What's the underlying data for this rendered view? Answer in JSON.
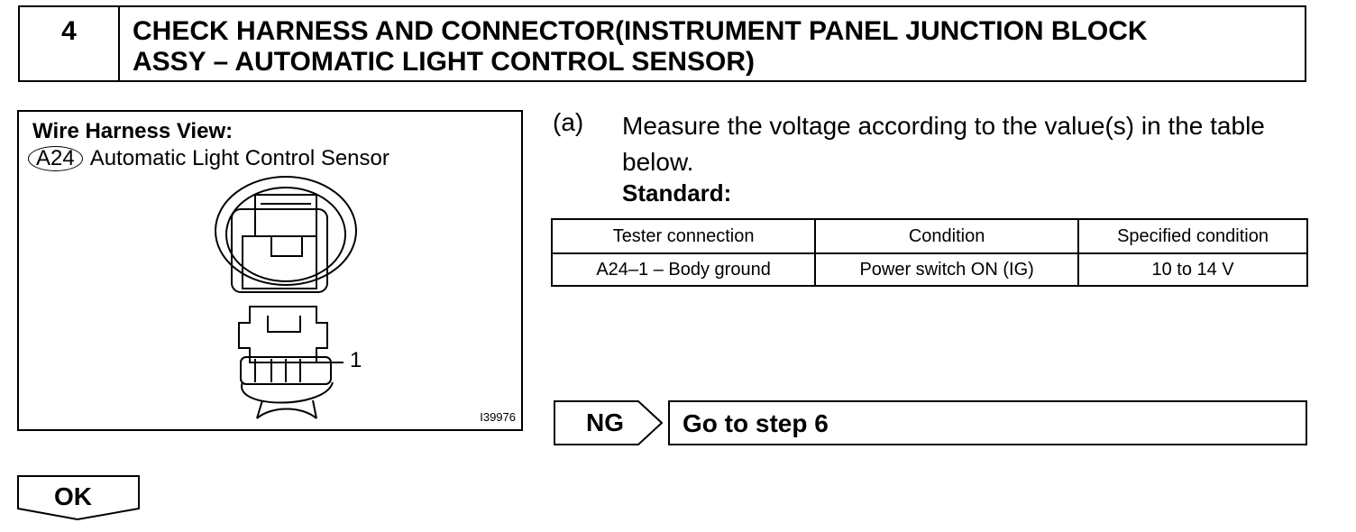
{
  "header": {
    "step_number": "4",
    "title_line1": "CHECK HARNESS AND CONNECTOR(INSTRUMENT PANEL JUNCTION BLOCK",
    "title_line2": "ASSY – AUTOMATIC LIGHT CONTROL SENSOR)"
  },
  "figure": {
    "heading": "Wire Harness View:",
    "connector_code": "A24",
    "connector_name": "Automatic Light Control Sensor",
    "pin_label": "1",
    "illustration_code": "I39976"
  },
  "instruction": {
    "letter": "(a)",
    "text_line1": "Measure the voltage according to the value(s) in the table",
    "text_line2": "below.",
    "standard_label": "Standard:"
  },
  "table": {
    "headers": [
      "Tester connection",
      "Condition",
      "Specified condition"
    ],
    "rows": [
      [
        "A24–1 – Body ground",
        "Power switch ON (IG)",
        "10 to 14 V"
      ]
    ]
  },
  "result_ng": {
    "label": "NG",
    "action": "Go to step 6"
  },
  "result_ok": {
    "label": "OK"
  }
}
